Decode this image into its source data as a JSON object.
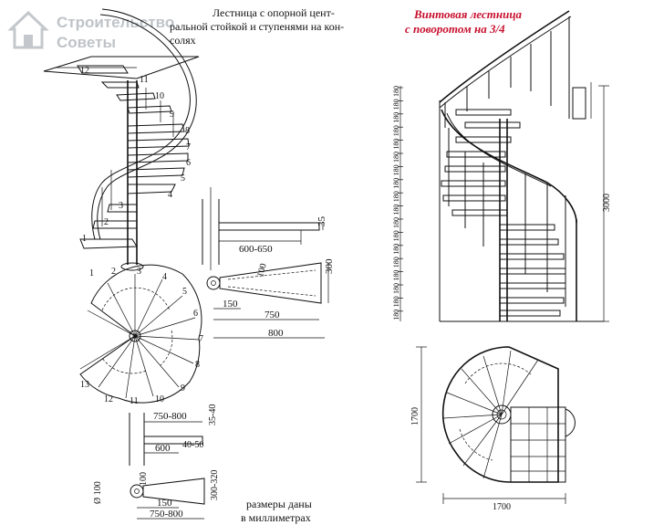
{
  "watermark": {
    "line1": "Строительство",
    "line2": "Советы",
    "icon": "house-icon"
  },
  "left": {
    "title_lines": [
      "Лестница с опорной цент-",
      "ральной стойкой и ступенями на кон-",
      "солях"
    ],
    "elevation_step_numbers": [
      "12",
      "11",
      "10",
      "9",
      "8",
      "7",
      "6",
      "5",
      "4",
      "3",
      "2",
      "1"
    ],
    "plan_step_numbers": [
      "1",
      "2",
      "3",
      "4",
      "5",
      "6",
      "7",
      "8",
      "9",
      "10",
      "11",
      "12",
      "13"
    ],
    "console_top": {
      "dims": [
        "35",
        "600-650",
        "300",
        "100",
        "150",
        "750",
        "800"
      ]
    },
    "console_bottom": {
      "dims": [
        "750-800",
        "35-40",
        "600",
        "40-50",
        "100",
        "300-320",
        "150",
        "750-800"
      ],
      "diameter": "Ø 100"
    },
    "note_lines": [
      "размеры даны",
      "в миллиметрах"
    ]
  },
  "right": {
    "title_lines": [
      "Винтовая лестница",
      "с поворотом на 3/4"
    ],
    "riser_labels": [
      "180",
      "180",
      "180",
      "180",
      "180",
      "180",
      "180",
      "180",
      "180",
      "180",
      "180",
      "180",
      "180",
      "180",
      "180",
      "180",
      "180",
      "180"
    ],
    "height": "3000",
    "plan_width": "1700",
    "plan_depth": "1700"
  }
}
